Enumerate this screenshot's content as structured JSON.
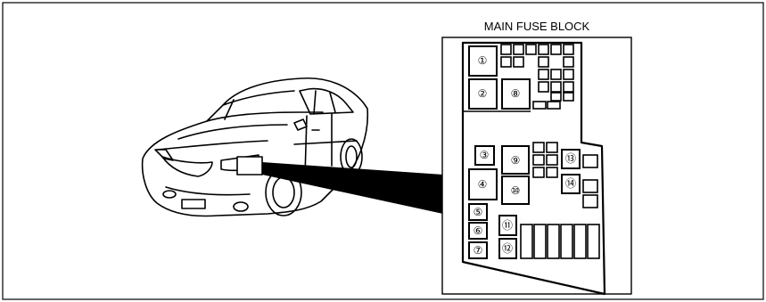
{
  "title": "MAIN FUSE BLOCK",
  "fuses": [
    {
      "id": "fuse-1",
      "label": "①"
    },
    {
      "id": "fuse-2",
      "label": "②"
    },
    {
      "id": "fuse-3",
      "label": "③"
    },
    {
      "id": "fuse-4",
      "label": "④"
    },
    {
      "id": "fuse-5",
      "label": "⑤"
    },
    {
      "id": "fuse-6",
      "label": "⑥"
    },
    {
      "id": "fuse-7",
      "label": "⑦"
    },
    {
      "id": "fuse-8",
      "label": "⑧"
    },
    {
      "id": "fuse-9",
      "label": "⑨"
    },
    {
      "id": "fuse-10",
      "label": "⑩"
    },
    {
      "id": "fuse-11",
      "label": "⑪"
    },
    {
      "id": "fuse-12",
      "label": "⑫"
    },
    {
      "id": "fuse-13",
      "label": "⑬"
    },
    {
      "id": "fuse-14",
      "label": "⑭"
    }
  ]
}
